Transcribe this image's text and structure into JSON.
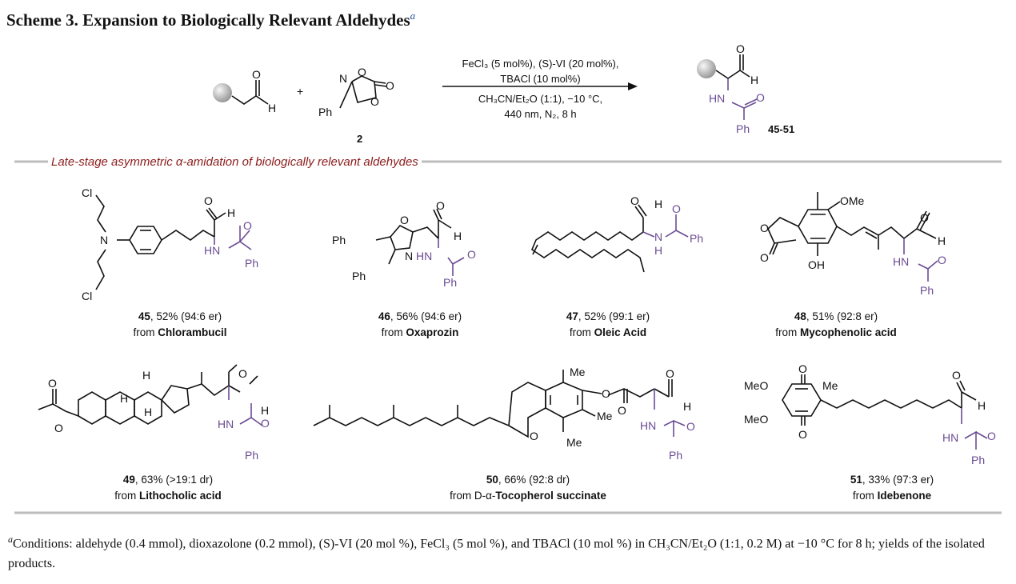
{
  "title": "Scheme 3. Expansion to Biologically Relevant Aldehydes",
  "title_mark": "a",
  "reaction": {
    "reagent_label": "2",
    "conditions_line1": "FeCl₃ (5 mol%), (S)-VI (20 mol%),",
    "conditions_line2": "TBACl (10 mol%)",
    "conditions_line3": "CH₃CN/Et₂O (1:1), −10 °C,",
    "conditions_line4": "440 nm, N₂, 8 h",
    "product_label": "45-51"
  },
  "section_header": "Late-stage asymmetric α-amidation of biologically relevant aldehydes",
  "products": [
    {
      "id": "45",
      "yield": ", 52% (94:6 er)",
      "source_prefix": "from ",
      "source": "Chlorambucil"
    },
    {
      "id": "46",
      "yield": ", 56% (94:6 er)",
      "source_prefix": "from ",
      "source": "Oxaprozin"
    },
    {
      "id": "47",
      "yield": ", 52% (99:1 er)",
      "source_prefix": "from ",
      "source": "Oleic Acid"
    },
    {
      "id": "48",
      "yield": ", 51% (92:8 er)",
      "source_prefix": "from ",
      "source": "Mycophenolic acid"
    },
    {
      "id": "49",
      "yield": ", 63% (>19:1 dr)",
      "source_prefix": "from ",
      "source": "Lithocholic acid"
    },
    {
      "id": "50",
      "yield": ", 66% (92:8 dr)",
      "source_prefix": "from D-α-",
      "source": "Tocopherol succinate"
    },
    {
      "id": "51",
      "yield": ", 33% (97:3 er)",
      "source_prefix": "from ",
      "source": "Idebenone"
    }
  ],
  "atoms": {
    "O": "O",
    "H": "H",
    "N": "N",
    "NH": "NH",
    "HN": "HN",
    "Ph": "Ph",
    "Cl": "Cl",
    "OMe": "OMe",
    "MeO": "MeO",
    "OH": "OH",
    "Me": "Me",
    "plus": "+"
  },
  "footnote": "Conditions: aldehyde (0.4 mmol), dioxazolone (0.2 mmol), (S)-VI (20 mol %), FeCl₃ (5 mol %), and TBACl (10 mol %) in CH₃CN/Et₂O (1:1, 0.2 M) at −10 °C for 8 h; yields of the isolated products.",
  "colors": {
    "amide": "#6a4c93",
    "section_header": "#8b1a1a",
    "rule": "#bdbdbd",
    "title_mark": "#1f4e9c"
  }
}
